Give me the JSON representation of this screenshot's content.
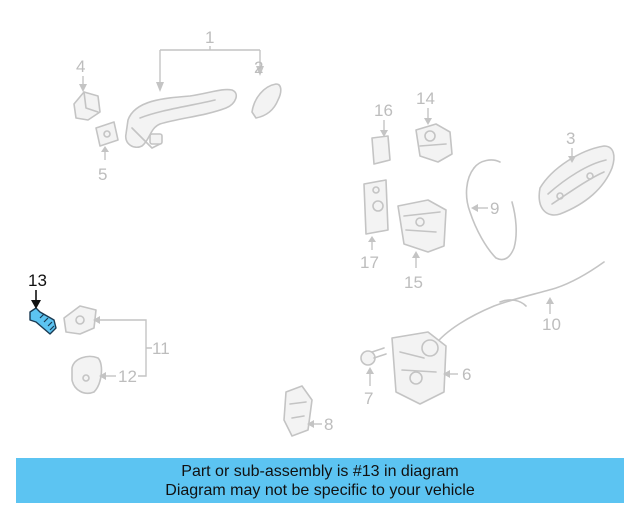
{
  "callouts": {
    "n1": "1",
    "n2": "2",
    "n3": "3",
    "n4": "4",
    "n5": "5",
    "n6": "6",
    "n7": "7",
    "n8": "8",
    "n9": "9",
    "n10": "10",
    "n11": "11",
    "n12": "12",
    "n13": "13",
    "n14": "14",
    "n15": "15",
    "n16": "16",
    "n17": "17"
  },
  "highlight": {
    "part": "13",
    "color": "#5cc4f2"
  },
  "banner": {
    "line1": "Part or sub-assembly is #13 in diagram",
    "line2": "Diagram may not be specific to your vehicle",
    "background": "#5cc4f2"
  }
}
